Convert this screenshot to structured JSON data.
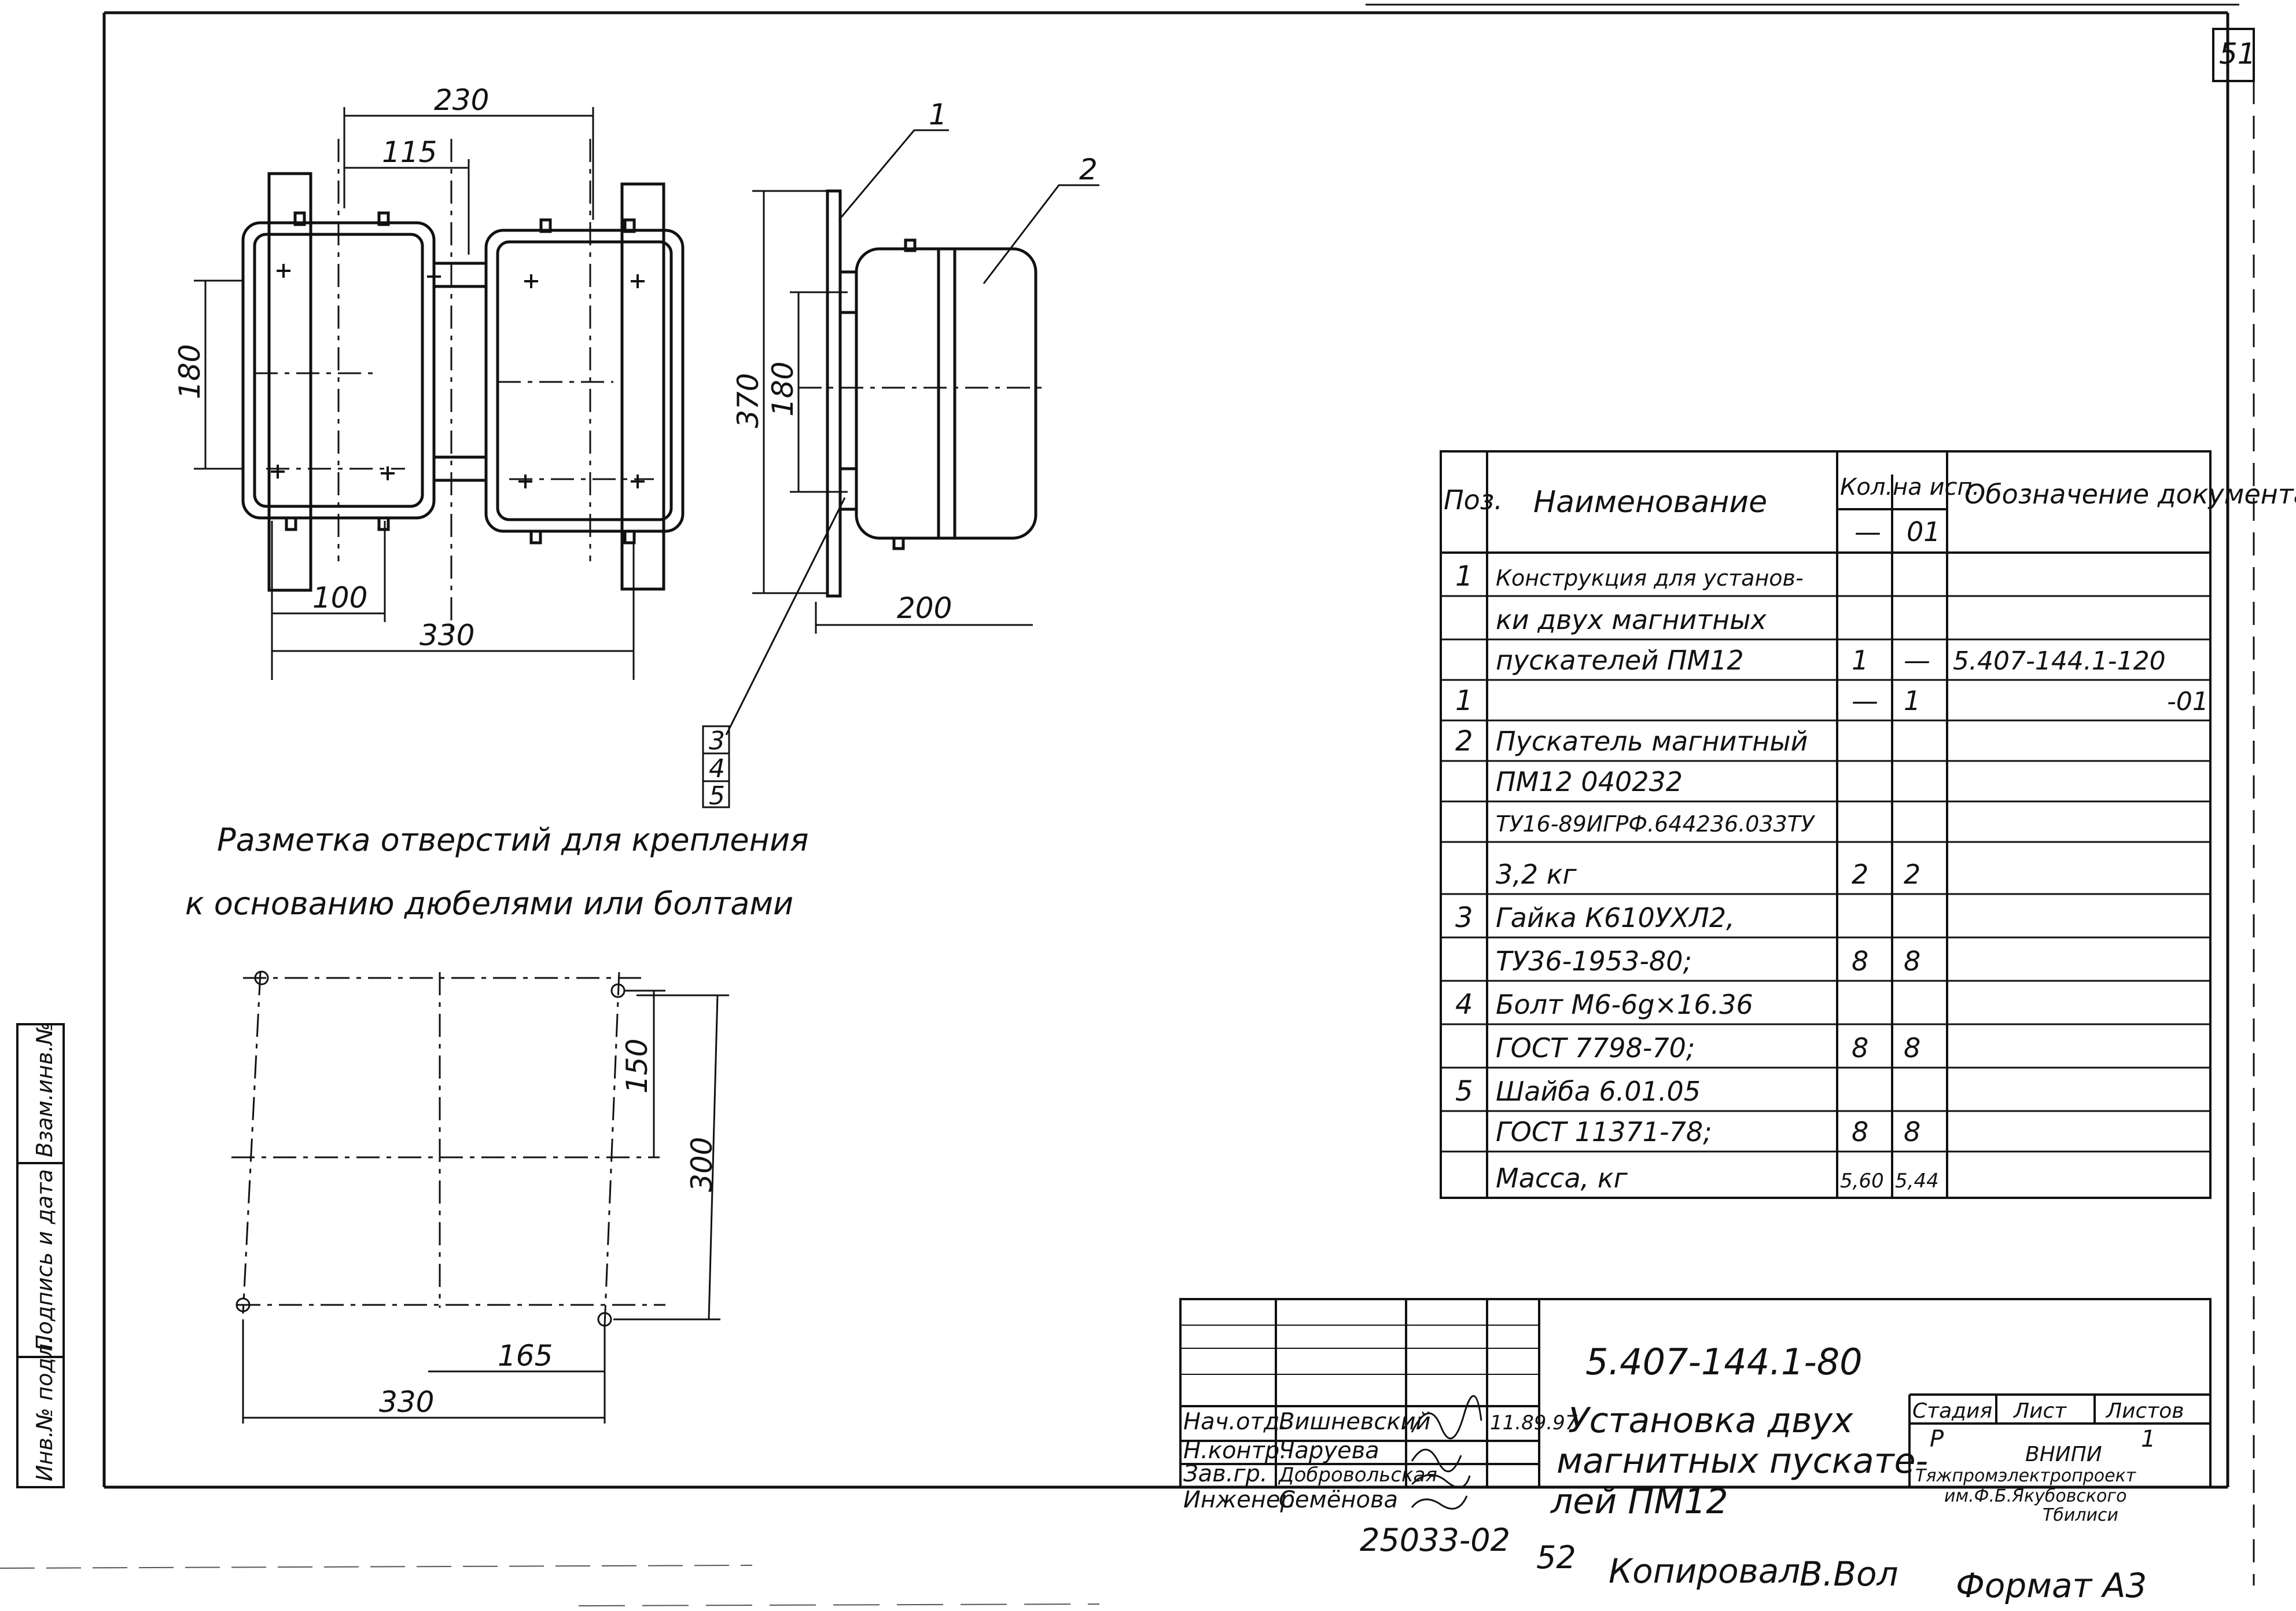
{
  "sheet_number": "51",
  "drawing": {
    "dims_top_view": [
      "230",
      "115",
      "180",
      "100",
      "330"
    ],
    "dims_side_view": [
      "370",
      "180",
      "200"
    ],
    "leaders": [
      "1",
      "2",
      "3",
      "4",
      "5"
    ],
    "note_line1": "Разметка отверстий для крепления",
    "note_line2": "к основанию дюбелями или болтами",
    "dims_marking": [
      "150",
      "300",
      "165",
      "330"
    ]
  },
  "spec_table": {
    "headers": {
      "pos": "Поз.",
      "name": "Наименование",
      "qty": "Кол.на исп.",
      "qty_a": "—",
      "qty_b": "01",
      "doc": "Обозначение документа"
    },
    "rows": [
      {
        "pos": "1",
        "name": "Конструкция для установ-",
        "qa": "",
        "qb": "",
        "doc": ""
      },
      {
        "pos": "",
        "name": "ки двух магнитных",
        "qa": "",
        "qb": "",
        "doc": ""
      },
      {
        "pos": "",
        "name": "пускателей ПМ12",
        "qa": "1",
        "qb": "—",
        "doc": "5.407-144.1-120"
      },
      {
        "pos": "1",
        "name": "",
        "qa": "—",
        "qb": "1",
        "doc": "-01"
      },
      {
        "pos": "2",
        "name": "Пускатель магнитный",
        "qa": "",
        "qb": "",
        "doc": ""
      },
      {
        "pos": "",
        "name": "ПМ12 040232",
        "qa": "",
        "qb": "",
        "doc": ""
      },
      {
        "pos": "",
        "name": "ТУ16-89ИГРФ.644236.033ТУ",
        "qa": "",
        "qb": "",
        "doc": ""
      },
      {
        "pos": "",
        "name": "3,2 кг",
        "qa": "2",
        "qb": "2",
        "doc": ""
      },
      {
        "pos": "3",
        "name": "Гайка К610УХЛ2,",
        "qa": "",
        "qb": "",
        "doc": ""
      },
      {
        "pos": "",
        "name": "ТУ36-1953-80;",
        "qa": "8",
        "qb": "8",
        "doc": ""
      },
      {
        "pos": "4",
        "name": "Болт М6-6g×16.36",
        "qa": "",
        "qb": "",
        "doc": ""
      },
      {
        "pos": "",
        "name": "ГОСТ 7798-70;",
        "qa": "8",
        "qb": "8",
        "doc": ""
      },
      {
        "pos": "5",
        "name": "Шайба 6.01.05",
        "qa": "",
        "qb": "",
        "doc": ""
      },
      {
        "pos": "",
        "name": "ГОСТ 11371-78;",
        "qa": "8",
        "qb": "8",
        "doc": ""
      },
      {
        "pos": "",
        "name": "Масса, кг",
        "qa": "5,60",
        "qb": "5,44",
        "doc": ""
      }
    ]
  },
  "title_block": {
    "code": "5.407-144.1-80",
    "title_line1": "Установка двух",
    "title_line2": "магнитных пускате-",
    "title_line3": "лей ПМ12",
    "roles": [
      "Нач.отд.",
      "Н.контр.",
      "Зав.гр.",
      "Инженер"
    ],
    "names": [
      "Вишневский",
      "Чаруева",
      "Добровольская",
      "Семёнова"
    ],
    "date": "11.89.97",
    "stage_label": "Стадия",
    "sheet_label": "Лист",
    "sheets_label": "Листов",
    "stage_value": "Р",
    "sheets_value": "1",
    "org_line1": "ВНИПИ",
    "org_line2": "Тяжпромэлектропроект",
    "org_line3": "им.Ф.Б.Якубовского",
    "org_line4": "Тбилиси"
  },
  "footer": {
    "number": "25033-02",
    "page": "52",
    "copied": "Копировал",
    "copied_sign": "В.Вол",
    "format": "Формат А3"
  },
  "left_strip": {
    "inv": "Взам.инв.№",
    "sign": "Подпись и дата",
    "inv_orig": "Инв.№ подл."
  }
}
